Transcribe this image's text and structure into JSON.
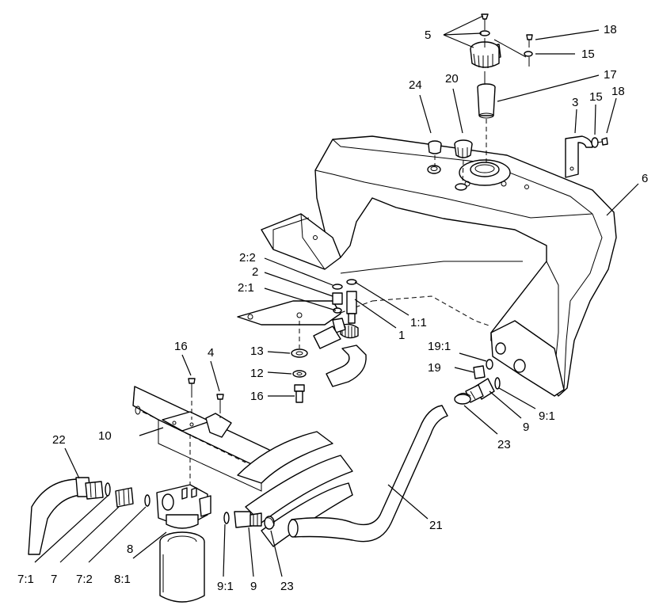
{
  "diagram": {
    "labels": {
      "l5": "5",
      "l18a": "18",
      "l15a": "15",
      "l17": "17",
      "l24": "24",
      "l20": "20",
      "l3": "3",
      "l15b": "15",
      "l18b": "18",
      "l6": "6",
      "l2_2": "2:2",
      "l2": "2",
      "l2_1": "2:1",
      "l1_1": "1:1",
      "l1": "1",
      "l13": "13",
      "l12": "12",
      "l16a": "16",
      "l16b": "16",
      "l4": "4",
      "l10": "10",
      "l19_1": "19:1",
      "l19": "19",
      "l9_1a": "9:1",
      "l9a": "9",
      "l23a": "23",
      "l22": "22",
      "l21": "21",
      "l7_1": "7:1",
      "l7": "7",
      "l7_2": "7:2",
      "l8_1": "8:1",
      "l8": "8",
      "l9_1b": "9:1",
      "l9b": "9",
      "l23b": "23"
    }
  }
}
